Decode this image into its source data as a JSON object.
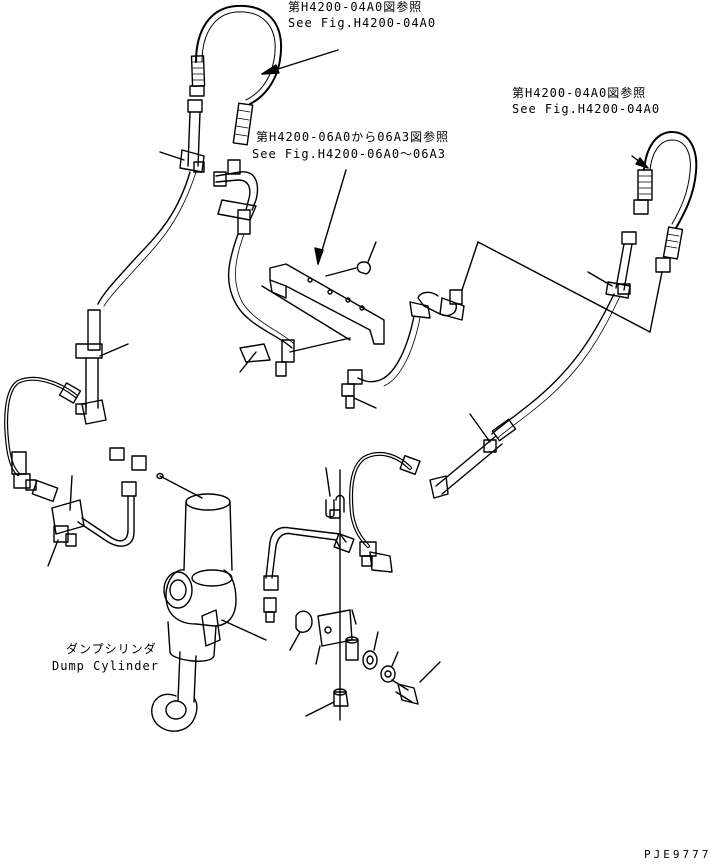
{
  "references": {
    "top_jp": "第H4200-04A0図参照",
    "top_en": "See Fig.H4200-04A0",
    "middle_jp": "第H4200-06A0から06A3図参照",
    "middle_en": "See Fig.H4200-06A0～06A3",
    "right_jp": "第H4200-04A0図参照",
    "right_en": "See Fig.H4200-04A0"
  },
  "dump_cylinder": {
    "label_jp": "ダンプシリンダ",
    "label_en": "Dump Cylinder"
  },
  "drawing_code": "PJE9777",
  "colors": {
    "ink": "#000000",
    "paper": "#ffffff"
  }
}
